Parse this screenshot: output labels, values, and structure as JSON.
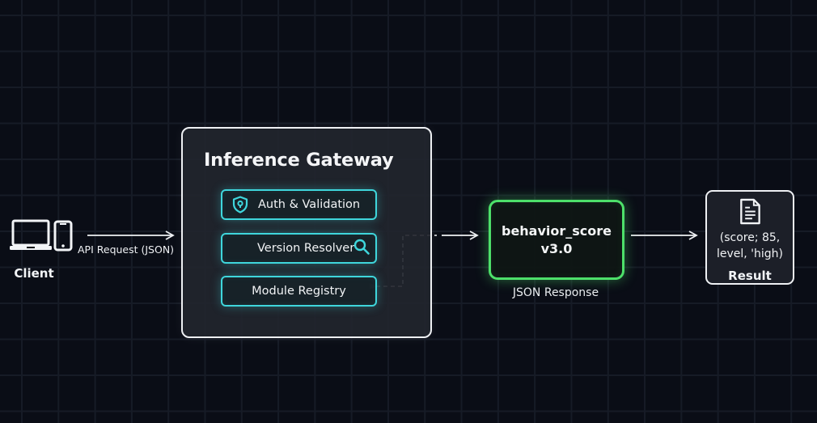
{
  "client": {
    "label": "Client",
    "icons": [
      "laptop-icon",
      "smartphone-icon"
    ]
  },
  "request_arrow": {
    "label": "API Request (JSON)"
  },
  "gateway": {
    "title": "Inference Gateway",
    "modules": [
      {
        "label": "Auth & Validation",
        "icon": "shield-icon"
      },
      {
        "label": "Version Resolver",
        "icon": "search-icon"
      },
      {
        "label": "Module Registry",
        "icon": ""
      }
    ]
  },
  "model": {
    "name": "behavior_score",
    "version": "v3.0",
    "caption": "JSON Response"
  },
  "result": {
    "icon": "document-icon",
    "line1": "(score; 85,",
    "line2": "level, 'high)",
    "label": "Result"
  },
  "colors": {
    "background": "#0a0d16",
    "module_accent": "#3fd6dc",
    "model_accent": "#4de06a",
    "foreground": "#f2f4f7"
  }
}
